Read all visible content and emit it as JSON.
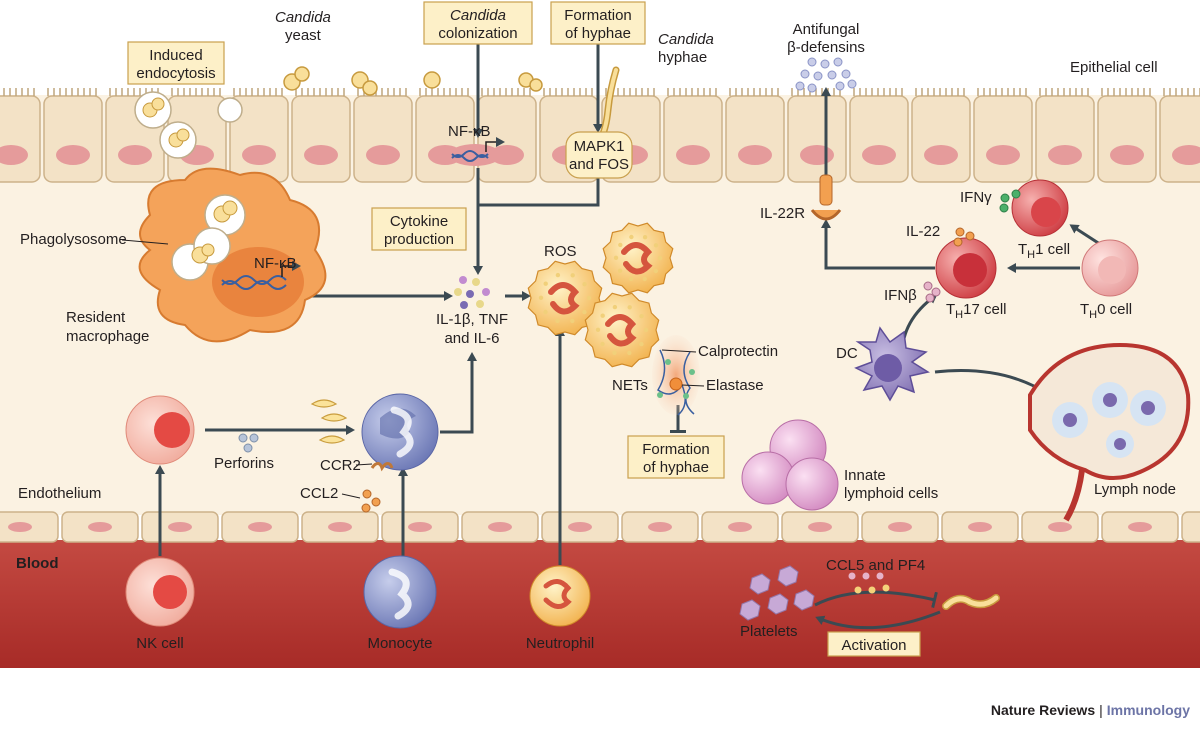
{
  "labels": {
    "candida_yeast_1": "Candida",
    "candida_yeast_2": "yeast",
    "induced_endocytosis_1": "Induced",
    "induced_endocytosis_2": "endocytosis",
    "candida_colonization_1": "Candida",
    "candida_colonization_2": "colonization",
    "formation_of_hyphae_top_1": "Formation",
    "formation_of_hyphae_top_2": "of hyphae",
    "candida_hyphae_1": "Candida",
    "candida_hyphae_2": "hyphae",
    "antifungal_1": "Antifungal",
    "antifungal_2": "β-defensins",
    "epithelial_cell": "Epithelial cell",
    "nfkb_epithelial": "NF-κB",
    "mapk1_1": "MAPK1",
    "mapk1_2": "and FOS",
    "phagolysosome": "Phagolysosome",
    "nfkb_macrophage": "NF-κB",
    "resident_1": "Resident",
    "resident_2": "macrophage",
    "cytokine_1": "Cytokine",
    "cytokine_2": "production",
    "il1b_1": "IL-1β, TNF",
    "il1b_2": "and IL-6",
    "ros": "ROS",
    "calprotectin": "Calprotectin",
    "nets": "NETs",
    "elastase": "Elastase",
    "formation_of_hyphae_bottom_1": "Formation",
    "formation_of_hyphae_bottom_2": "of hyphae",
    "il22r": "IL-22R",
    "ifng": "IFNγ",
    "th1_main": "T",
    "th1_sub": "H",
    "th1_rest": "1 cell",
    "il22": "IL-22",
    "ifnb": "IFNβ",
    "th17_main": "T",
    "th17_sub": "H",
    "th17_rest": "17 cell",
    "th0_main": "T",
    "th0_sub": "H",
    "th0_rest": "0 cell",
    "dc": "DC",
    "lymph_node": "Lymph node",
    "perforins": "Perforins",
    "ccr2": "CCR2",
    "ccl2": "CCL2",
    "innate_1": "Innate",
    "innate_2": "lymphoid cells",
    "endothelium": "Endothelium",
    "blood": "Blood",
    "nk_cell": "NK cell",
    "monocyte": "Monocyte",
    "neutrophil": "Neutrophil",
    "platelets": "Platelets",
    "ccl5_pf4": "CCL5 and PF4",
    "activation": "Activation"
  },
  "credit": {
    "journal": "Nature Reviews",
    "section": "Immunology"
  },
  "colors": {
    "blood": "#b8352f",
    "tissue": "#fbf2e2",
    "epithelium": "#f3e2c6",
    "nucleus": "#e59b9b",
    "macrophage": "#f4a35a",
    "neutrophil": "#f6c36a",
    "monocyte": "#8a95c8",
    "th_cell": "#d9454a",
    "dc": "#8c7bb8",
    "ilc": "#d88cc4",
    "arrow": "#3b4a52",
    "label_box": "#fdf0c8"
  }
}
